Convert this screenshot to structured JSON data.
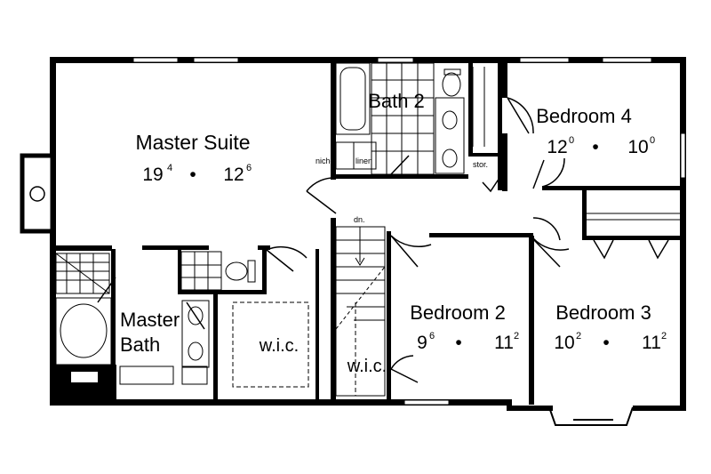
{
  "plan": {
    "rooms": [
      {
        "id": "master-suite",
        "name": "Master Suite",
        "dim_w": "19",
        "dim_w_in": "4",
        "dim_sep": "•",
        "dim_l": "12",
        "dim_l_in": "6"
      },
      {
        "id": "bedroom-4",
        "name": "Bedroom 4",
        "dim_w": "12",
        "dim_w_in": "0",
        "dim_sep": "•",
        "dim_l": "10",
        "dim_l_in": "0"
      },
      {
        "id": "bedroom-2",
        "name": "Bedroom 2",
        "dim_w": "9",
        "dim_w_in": "6",
        "dim_sep": "•",
        "dim_l": "11",
        "dim_l_in": "2"
      },
      {
        "id": "bedroom-3",
        "name": "Bedroom 3",
        "dim_w": "10",
        "dim_w_in": "2",
        "dim_sep": "•",
        "dim_l": "11",
        "dim_l_in": "2"
      }
    ],
    "labels": {
      "bath2": "Bath 2",
      "master_bath_1": "Master",
      "master_bath_2": "Bath",
      "wic_main": "w.i.c.",
      "wic_stair": "w.i.c.",
      "niche": "niche",
      "linen": "linen",
      "stor": "stor.",
      "down": "dn."
    }
  }
}
